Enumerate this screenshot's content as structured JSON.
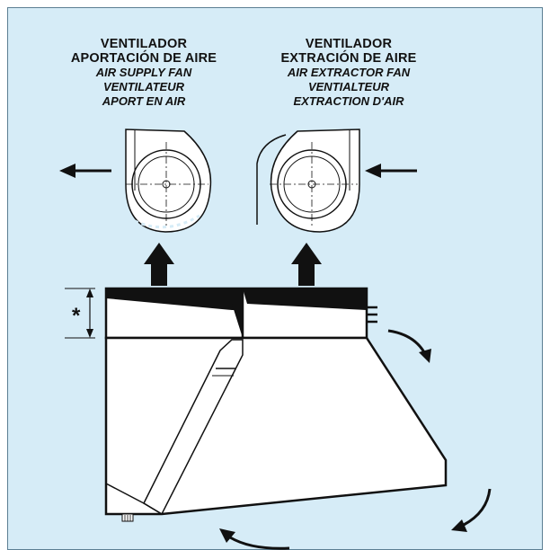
{
  "supply_fan": {
    "title_es_line1": "VENTILADOR",
    "title_es_line2": "APORTACIÓN DE AIRE",
    "title_en": "AIR SUPPLY FAN",
    "title_fr_line1": "VENTILATEUR",
    "title_fr_line2": "APORT EN AIR"
  },
  "extract_fan": {
    "title_es_line1": "VENTILADOR",
    "title_es_line2": "EXTRACIÓN DE AIRE",
    "title_en": "AIR EXTRACTOR FAN",
    "title_fr_line1": "VENTIALTEUR",
    "title_fr_line2": "EXTRACTION D'AIR"
  },
  "dimension_marker": "*",
  "colors": {
    "background": "#d6ecf7",
    "line": "#111111",
    "hood_fill": "#ffffff"
  }
}
